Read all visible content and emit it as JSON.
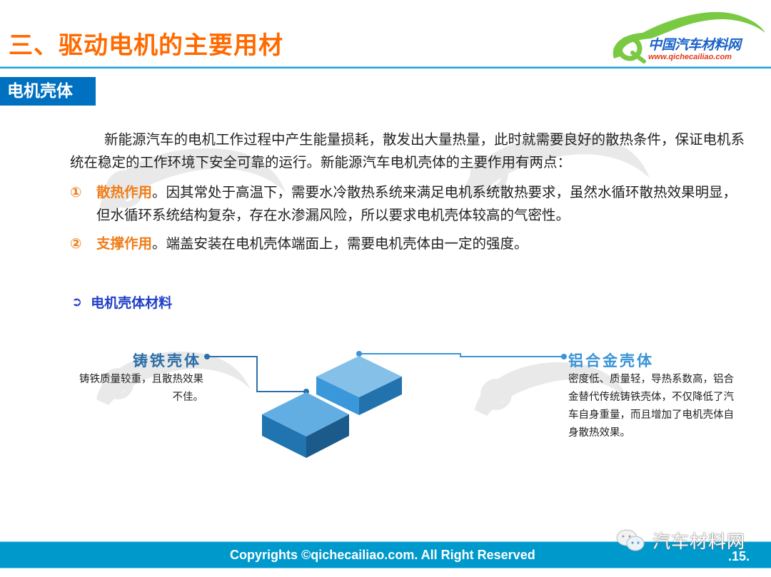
{
  "header": {
    "title": "三、驱动电机的主要用材",
    "logo": {
      "name_cn": "中国汽车材料网",
      "url": "www.qichecailiao.com"
    }
  },
  "section_tag": "电机壳体",
  "intro": "新能源汽车的电机工作过程中产生能量损耗，散发出大量热量，此时就需要良好的散热条件，保证电机系统在稳定的工作环境下安全可靠的运行。新能源汽车电机壳体的主要作用有两点：",
  "points": [
    {
      "marker": "①",
      "keyword": "散热作用",
      "text": "。因其常处于高温下，需要水冷散热系统来满足电机系统散热要求，虽然水循环散热效果明显，但水循环系统结构复杂，存在水渗漏风险，所以要求电机壳体较高的气密性。"
    },
    {
      "marker": "②",
      "keyword": "支撑作用",
      "text": "。端盖安装在电机壳体端面上，需要电机壳体由一定的强度。"
    }
  ],
  "materials": {
    "heading": "电机壳体材料",
    "heading_icon": "curved-arrow-icon",
    "cast_iron": {
      "title": "铸铁壳体",
      "desc": "铸铁质量较重，且散热效果不佳。"
    },
    "aluminum": {
      "title": "铝合金壳体",
      "desc": "密度低、质量轻，导热系数高，铝合金替代传统铸铁壳体，不仅降低了汽车自身重量，而且增加了电机壳体自身散热效果。"
    }
  },
  "footer": {
    "copyright": "Copyrights ©qichecailiao.com. All Right Reserved",
    "page_number": ".15.",
    "wechat_label": "汽车材料网"
  },
  "colors": {
    "title_orange": "#ff6a00",
    "accent_orange": "#f07d1a",
    "tag_blue": "#0070c0",
    "heading_blue": "#1f3fc8",
    "footer_blue": "#0099cc",
    "block_light": "#85c0e8",
    "block_mid": "#3a98da",
    "block_dark": "#1f71ab"
  }
}
